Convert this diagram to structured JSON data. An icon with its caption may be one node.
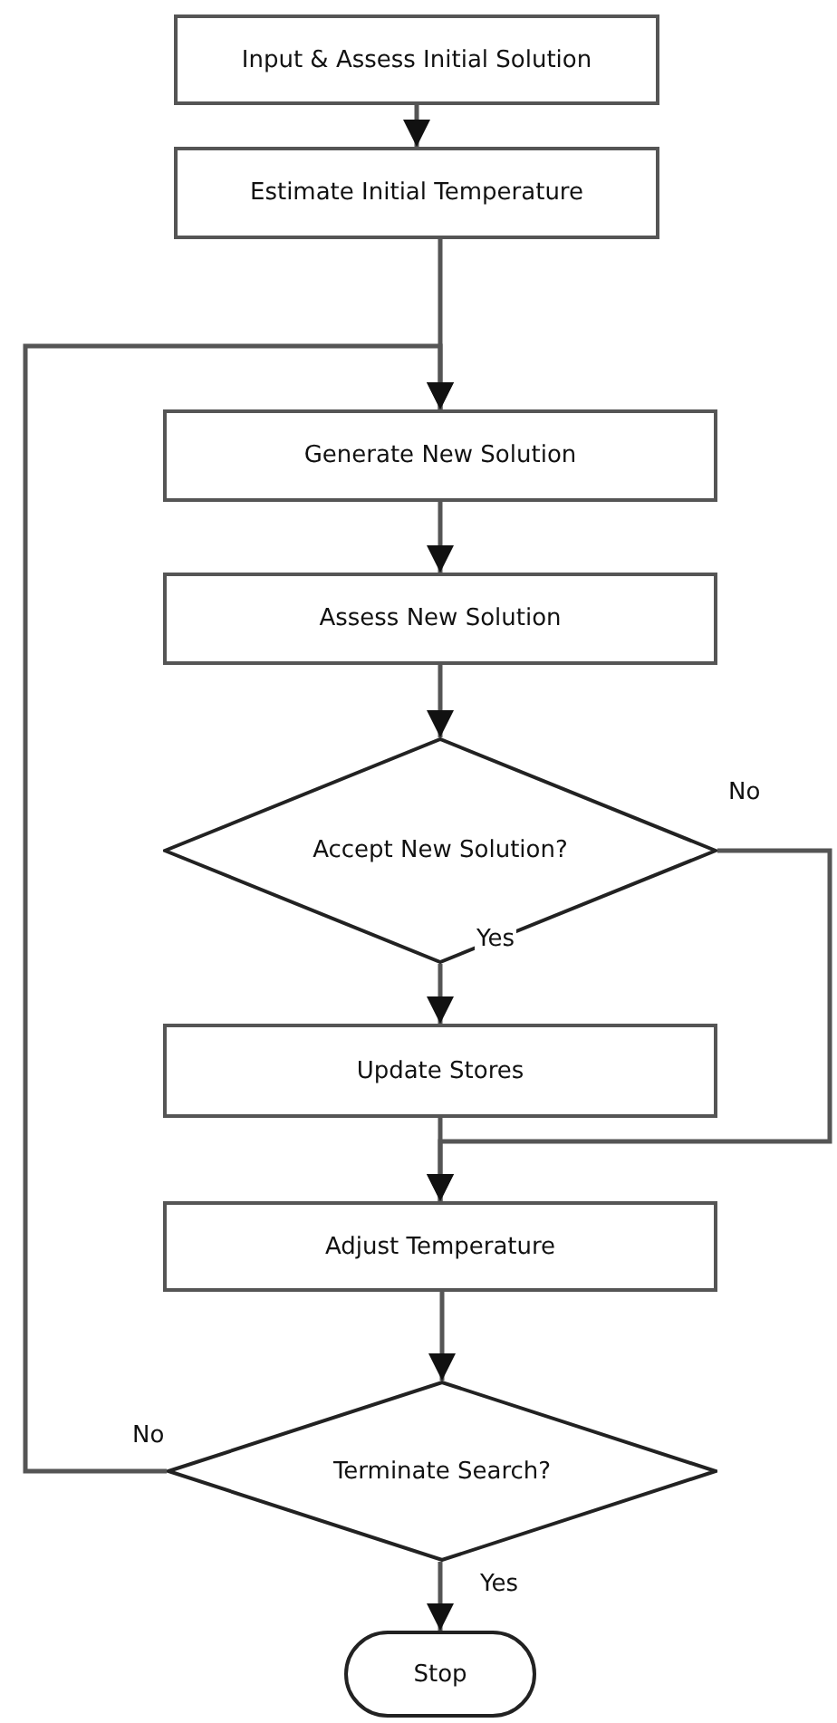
{
  "diagram": {
    "nodes": [
      {
        "text": [
          "Input & Assess Initial Solution"
        ]
      },
      {
        "text": [
          "Estimate Initial Temperature"
        ]
      },
      {
        "text": [
          "Generate New Solution"
        ]
      },
      {
        "text": [
          "Assess New Solution"
        ]
      },
      {
        "text": [
          "Accept New Solution?"
        ]
      },
      {
        "text": [
          "Update Stores"
        ]
      },
      {
        "text": [
          "Adjust Temperature"
        ]
      },
      {
        "text": [
          "Terminate Search?"
        ]
      },
      {
        "text": [
          "Stop"
        ]
      }
    ],
    "edges": [
      {
        "from": 0,
        "to": 1,
        "arrow": "to"
      },
      {
        "from": 1,
        "to": 2,
        "arrow": "to"
      },
      {
        "from": 2,
        "to": 3,
        "arrow": "to"
      },
      {
        "from": 3,
        "to": 4,
        "arrow": "to"
      },
      {
        "from": 4,
        "to": 5,
        "arrow": "to",
        "label": "Yes"
      },
      {
        "from": 4,
        "to": 6,
        "arrow": "to",
        "label": "No"
      },
      {
        "from": 5,
        "to": 6,
        "arrow": "to"
      },
      {
        "from": 6,
        "to": 7,
        "arrow": "to"
      },
      {
        "from": 7,
        "to": 2,
        "arrow": "to",
        "label": "No"
      },
      {
        "from": 7,
        "to": 8,
        "arrow": "to",
        "label": "Yes"
      }
    ]
  }
}
